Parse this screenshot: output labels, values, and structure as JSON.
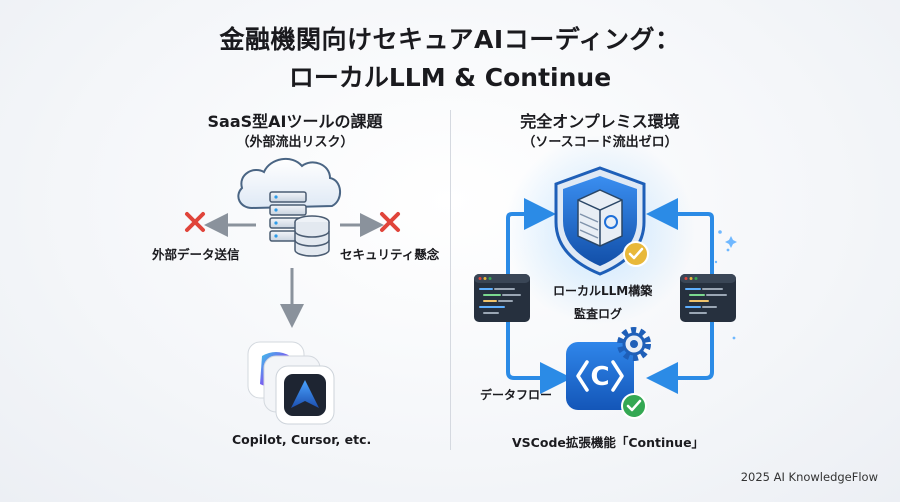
{
  "title": {
    "line1": "金融機関向けセキュアAIコーディング：",
    "line2": "ローカルLLM & Continue"
  },
  "left": {
    "heading": "SaaS型AIツールの課題",
    "subheading": "（外部流出リスク）",
    "label_external_send": "外部データ送信",
    "label_security_concern": "セキュリティ懸念",
    "tools_caption": "Copilot, Cursor, etc."
  },
  "right": {
    "heading": "完全オンプレミス環境",
    "subheading": "（ソースコード流出ゼロ）",
    "label_local_llm": "ローカルLLM構築",
    "label_audit_log": "監査ログ",
    "label_data_flow": "データフロー",
    "continue_caption": "VSCode拡張機能「Continue」"
  },
  "footer": "2025 AI KnowledgeFlow",
  "colors": {
    "accent_blue": "#1e6fd9",
    "flow_blue": "#2b8be6",
    "danger_red": "#e0443a",
    "success_green": "#34a853",
    "gold": "#e8b83a"
  },
  "icons": {
    "cloud_server": "cloud-server-icon",
    "database": "database-icon",
    "cross": "x-mark-icon",
    "shield": "shield-server-icon",
    "continue": "continue-logo-icon",
    "gear": "gear-icon",
    "check": "check-badge-icon",
    "code_window": "code-window-icon"
  }
}
